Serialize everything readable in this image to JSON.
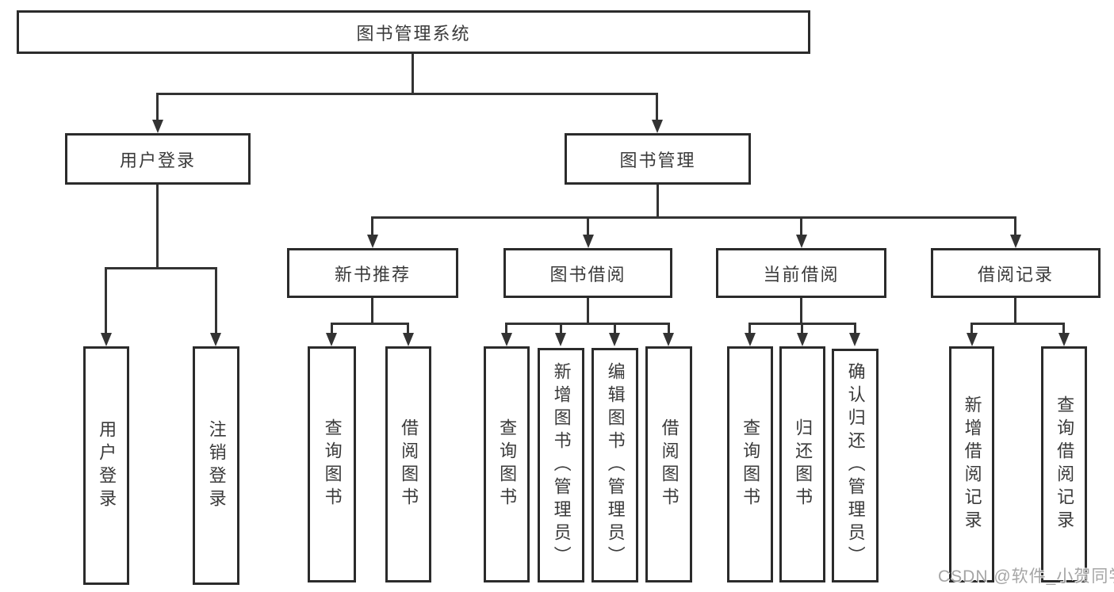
{
  "tree": {
    "label": "图书管理系统",
    "children": [
      {
        "label": "用户登录",
        "children": [
          {
            "label": "用户登录"
          },
          {
            "label": "注销登录"
          }
        ]
      },
      {
        "label": "图书管理",
        "children": [
          {
            "label": "新书推荐",
            "children": [
              {
                "label": "查询图书"
              },
              {
                "label": "借阅图书"
              }
            ]
          },
          {
            "label": "图书借阅",
            "children": [
              {
                "label": "查询图书"
              },
              {
                "label": "新增图书（管理员）"
              },
              {
                "label": "编辑图书（管理员）"
              },
              {
                "label": "借阅图书"
              }
            ]
          },
          {
            "label": "当前借阅",
            "children": [
              {
                "label": "查询图书"
              },
              {
                "label": "归还图书"
              },
              {
                "label": "确认归还（管理员）"
              }
            ]
          },
          {
            "label": "借阅记录",
            "children": [
              {
                "label": "新增借阅记录"
              },
              {
                "label": "查询借阅记录"
              }
            ]
          }
        ]
      }
    ]
  },
  "watermark": "CSDN @软件_小贺同学",
  "colors": {
    "background": "#ffffff",
    "box_border": "#2b2b2b",
    "connector_line": "#333333",
    "text": "#3a3a3a",
    "watermark_text": "#9e9e9e"
  }
}
